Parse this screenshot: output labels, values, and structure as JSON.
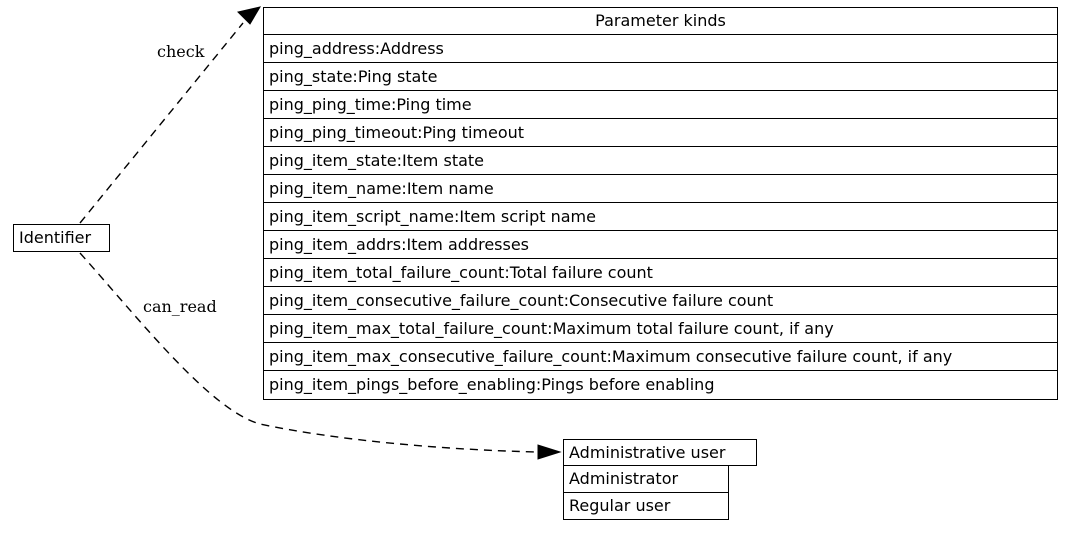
{
  "diagram": {
    "type": "graph",
    "background": "#ffffff",
    "stroke": "#000000",
    "nodes": {
      "identifier": {
        "label": "Identifier"
      },
      "parameter_kinds": {
        "header": "Parameter kinds",
        "rows": [
          "ping_address:Address",
          "ping_state:Ping state",
          "ping_ping_time:Ping time",
          "ping_ping_timeout:Ping timeout",
          "ping_item_state:Item state",
          "ping_item_name:Item name",
          "ping_item_script_name:Item script name",
          "ping_item_addrs:Item addresses",
          "ping_item_total_failure_count:Total failure count",
          "ping_item_consecutive_failure_count:Consecutive failure count",
          "ping_item_max_total_failure_count:Maximum total failure count, if any",
          "ping_item_max_consecutive_failure_count:Maximum consecutive failure count, if any",
          "ping_item_pings_before_enabling:Pings before enabling"
        ]
      },
      "administrative_user": {
        "header": "Administrative user",
        "rows": [
          "Administrator",
          "Regular user"
        ]
      }
    },
    "edges": [
      {
        "id": "check",
        "label": "check",
        "from": "identifier",
        "to": "parameter_kinds",
        "style": "dashed",
        "arrow": "open"
      },
      {
        "id": "can_read",
        "label": "can_read",
        "from": "identifier",
        "to": "administrative_user",
        "style": "dashed",
        "arrow": "open"
      }
    ]
  }
}
